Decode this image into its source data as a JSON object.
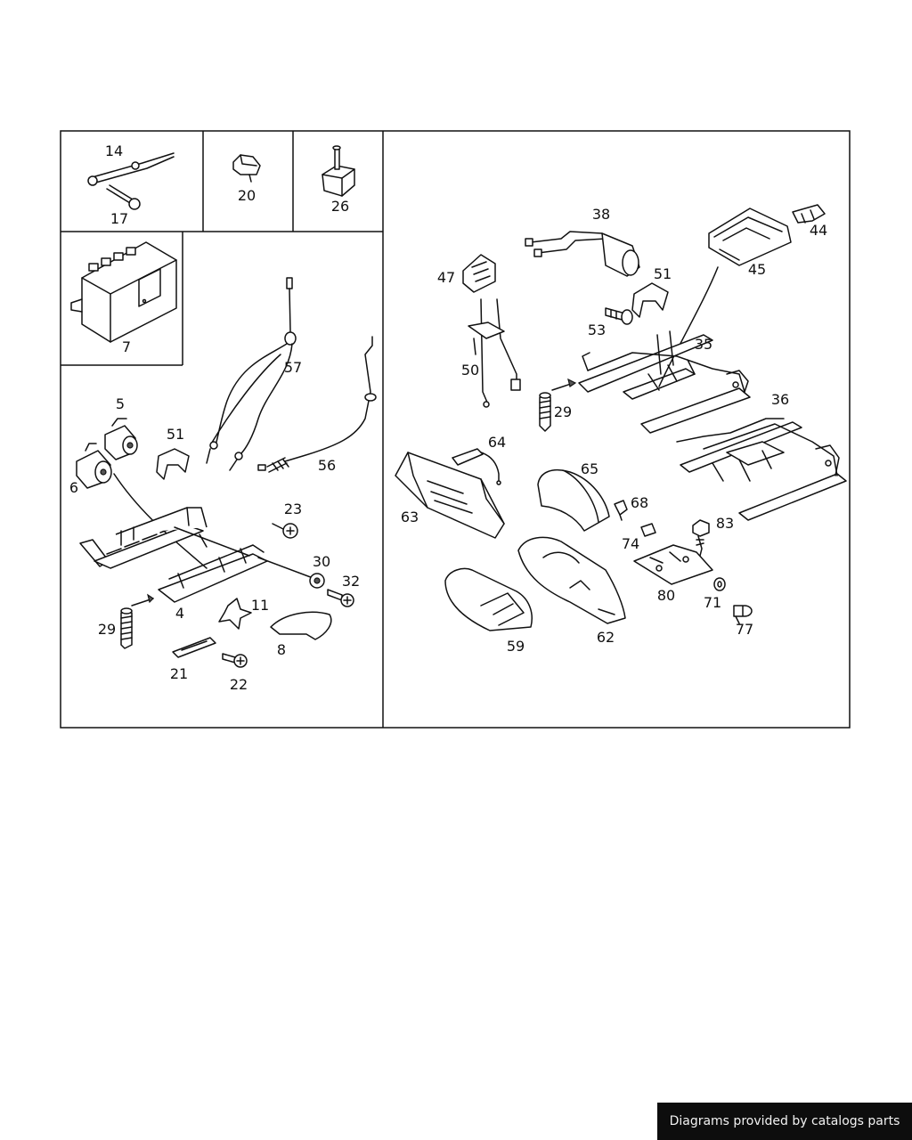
{
  "diagram": {
    "labels": {
      "p14": "14",
      "p17": "17",
      "p20": "20",
      "p26": "26",
      "p7": "7",
      "p57": "57",
      "p56": "56",
      "p5": "5",
      "p6": "6",
      "p51a": "51",
      "p23": "23",
      "p30": "30",
      "p32": "32",
      "p4": "4",
      "p11": "11",
      "p29a": "29",
      "p8": "8",
      "p21": "21",
      "p22": "22",
      "p38": "38",
      "p44": "44",
      "p47": "47",
      "p45": "45",
      "p51b": "51",
      "p53": "53",
      "p35": "35",
      "p50": "50",
      "p29b": "29",
      "p36": "36",
      "p64": "64",
      "p65": "65",
      "p68": "68",
      "p63": "63",
      "p83": "83",
      "p74": "74",
      "p80": "80",
      "p71": "71",
      "p77": "77",
      "p59": "59",
      "p62": "62"
    }
  },
  "footer": {
    "text": "Diagrams provided by catalogs parts"
  }
}
